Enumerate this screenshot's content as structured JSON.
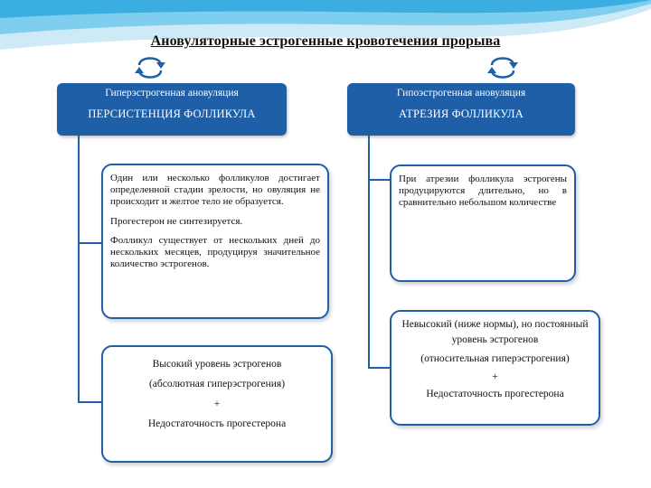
{
  "title": "Ановуляторные эстрогенные кровотечения прорыва",
  "colors": {
    "accent": "#1f5fa8",
    "swoosh": "#3aaee0"
  },
  "left": {
    "subtitle": "Гиперэстрогенная ановуляция",
    "heading": "ПЕРСИСТЕНЦИЯ ФОЛЛИКУЛА",
    "details": [
      "Один или несколько фолликулов достигает определенной стадии зрелости, но овуляция не происходит и желтое тело не образуется.",
      "Прогестерон не синтезируется.",
      "Фолликул существует от нескольких дней до нескольких месяцев, продуцируя значительное количество эстрогенов."
    ],
    "result": {
      "line1": "Высокий уровень эстрогенов",
      "line2": "(абсолютная гиперэстрогения)",
      "plus": "+",
      "line3": "Недостаточность прогестерона"
    }
  },
  "right": {
    "subtitle": "Гипоэстрогенная ановуляция",
    "heading": "АТРЕЗИЯ ФОЛЛИКУЛА",
    "details": [
      "При атрезии фолликула эстрогены продуцируются длительно, но в сравнительно небольшом количестве"
    ],
    "result": {
      "line1": "Невысокий (ниже нормы), но постоянный уровень эстрогенов",
      "line2": "(относительная гиперэстрогения)",
      "plus": "+",
      "line3": "Недостаточность прогестерона"
    }
  }
}
